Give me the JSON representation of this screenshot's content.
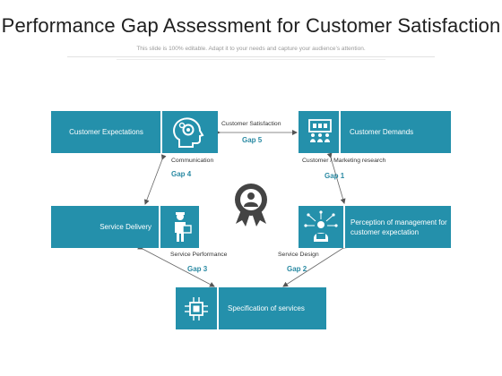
{
  "title": "Performance Gap Assessment for Customer Satisfaction",
  "subtitle": "This slide is 100% editable. Adapt it to your needs and capture your audience’s attention.",
  "colors": {
    "box": "#2490ab",
    "gap_label": "#2a8aa3",
    "icon_dark": "#3a3a3a"
  },
  "center_icon": "award-badge-icon",
  "boxes": {
    "customer_expectations": {
      "label": "Customer Expectations",
      "icon": "head-gears-icon"
    },
    "customer_demands": {
      "label": "Customer Demands",
      "icon": "presentation-audience-icon"
    },
    "service_delivery": {
      "label": "Service Delivery",
      "icon": "delivery-person-icon"
    },
    "perception": {
      "label": "Perception of management for customer expectation",
      "icon": "manager-network-icon"
    },
    "specification": {
      "label": "Specification of services",
      "icon": "processor-chip-icon"
    }
  },
  "connections": {
    "gap5": {
      "label": "Customer Satisfaction",
      "gap": "Gap 5"
    },
    "gap4": {
      "label": "Communication",
      "gap": "Gap 4"
    },
    "gap1": {
      "label": "Customer / Marketing research",
      "gap": "Gap 1"
    },
    "gap3": {
      "label": "Service Performance",
      "gap": "Gap 3"
    },
    "gap2": {
      "label": "Service Design",
      "gap": "Gap 2"
    }
  }
}
